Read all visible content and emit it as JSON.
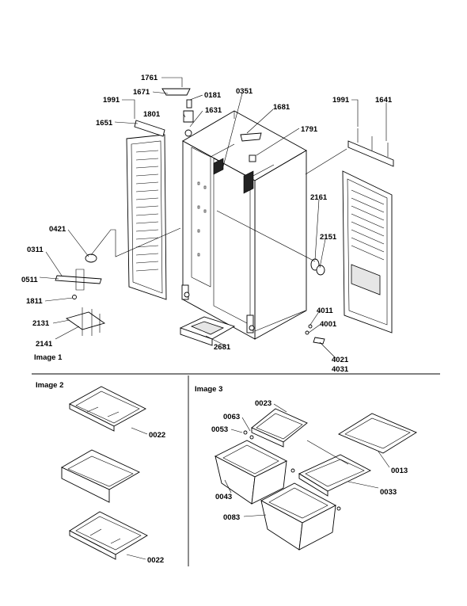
{
  "panels": {
    "image1": "Image 1",
    "image2": "Image 2",
    "image3": "Image 3"
  },
  "labels": {
    "p1761": "1761",
    "p1671": "1671",
    "p0181": "0181",
    "p1991a": "1991",
    "p1801": "1801",
    "p1631": "1631",
    "p0351": "0351",
    "p1681": "1681",
    "p1651": "1651",
    "p1791": "1791",
    "p1991b": "1991",
    "p1641": "1641",
    "p0421": "0421",
    "p2161": "2161",
    "p2151": "2151",
    "p0311": "0311",
    "p0511": "0511",
    "p1811": "1811",
    "p2131": "2131",
    "p2141": "2141",
    "p4011": "4011",
    "p4001": "4001",
    "p2681": "2681",
    "p4021": "4021",
    "p4031": "4031",
    "p0022a": "0022",
    "p0022b": "0022",
    "p0023": "0023",
    "p0063": "0063",
    "p0053": "0053",
    "p0013": "0013",
    "p0043": "0043",
    "p0033": "0033",
    "p0083": "0083"
  }
}
